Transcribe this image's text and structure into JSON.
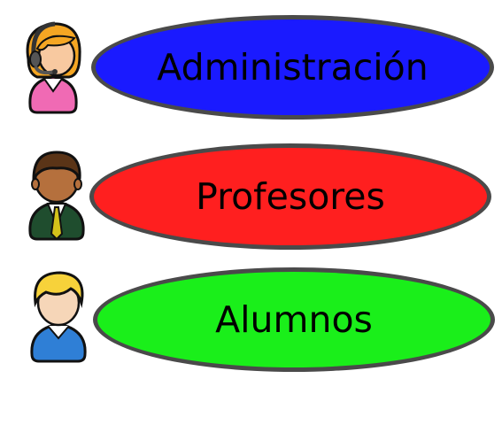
{
  "roles": [
    {
      "label": "Administración",
      "color": "#1a1aff",
      "icon": "receptionist-headset-icon"
    },
    {
      "label": "Profesores",
      "color": "#ff1f1f",
      "icon": "teacher-tie-icon"
    },
    {
      "label": "Alumnos",
      "color": "#1aef1a",
      "icon": "student-icon"
    }
  ],
  "colors": {
    "border": "#4a4a4a",
    "text": "#000000",
    "background": "#ffffff"
  }
}
